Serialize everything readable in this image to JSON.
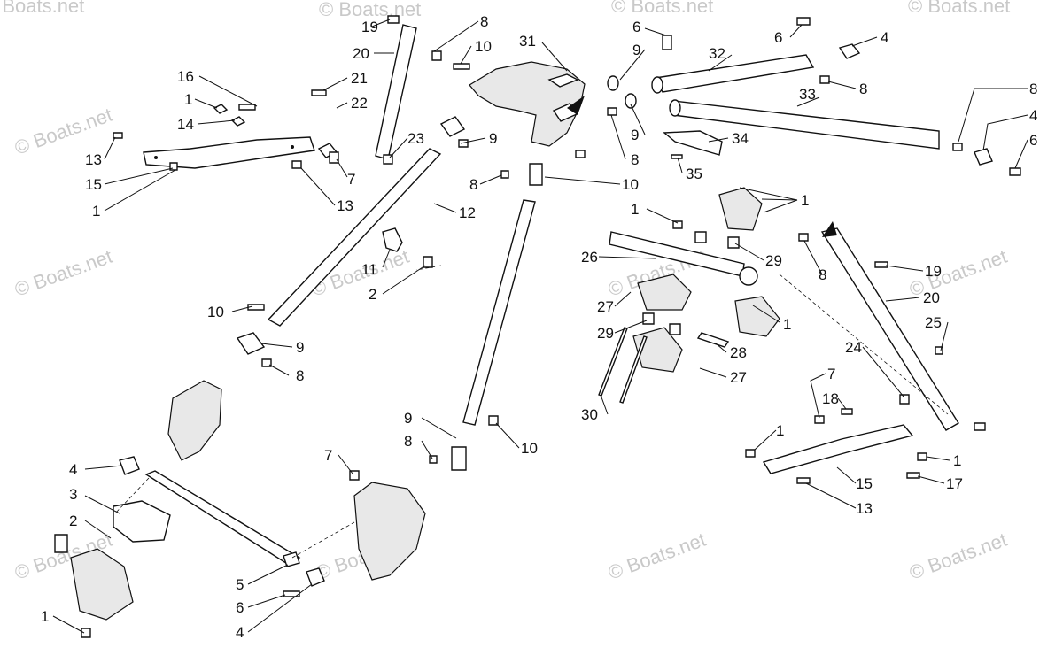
{
  "watermarks": [
    "© Boats.net",
    "© Boats.net",
    "© Boats.net",
    "© Boats.net",
    "© Boats.net",
    "© Boats.net",
    "© Boats.net",
    "© Boats.net",
    "© Boats.net",
    "© Boats.net",
    "© Boats.net",
    "© Boats.net",
    "© Boats.net"
  ],
  "callouts": [
    "19",
    "8",
    "10",
    "31",
    "6",
    "6",
    "4",
    "20",
    "9",
    "32",
    "8",
    "16",
    "21",
    "33",
    "8",
    "1",
    "22",
    "4",
    "14",
    "9",
    "34",
    "23",
    "6",
    "13",
    "9",
    "8",
    "15",
    "7",
    "8",
    "10",
    "35",
    "13",
    "12",
    "1",
    "1",
    "1",
    "29",
    "26",
    "8",
    "19",
    "11",
    "20",
    "2",
    "27",
    "10",
    "1",
    "25",
    "29",
    "28",
    "9",
    "24",
    "8",
    "27",
    "7",
    "30",
    "18",
    "9",
    "10",
    "1",
    "8",
    "7",
    "1",
    "4",
    "15",
    "17",
    "3",
    "13",
    "2",
    "5",
    "6",
    "1",
    "4"
  ]
}
